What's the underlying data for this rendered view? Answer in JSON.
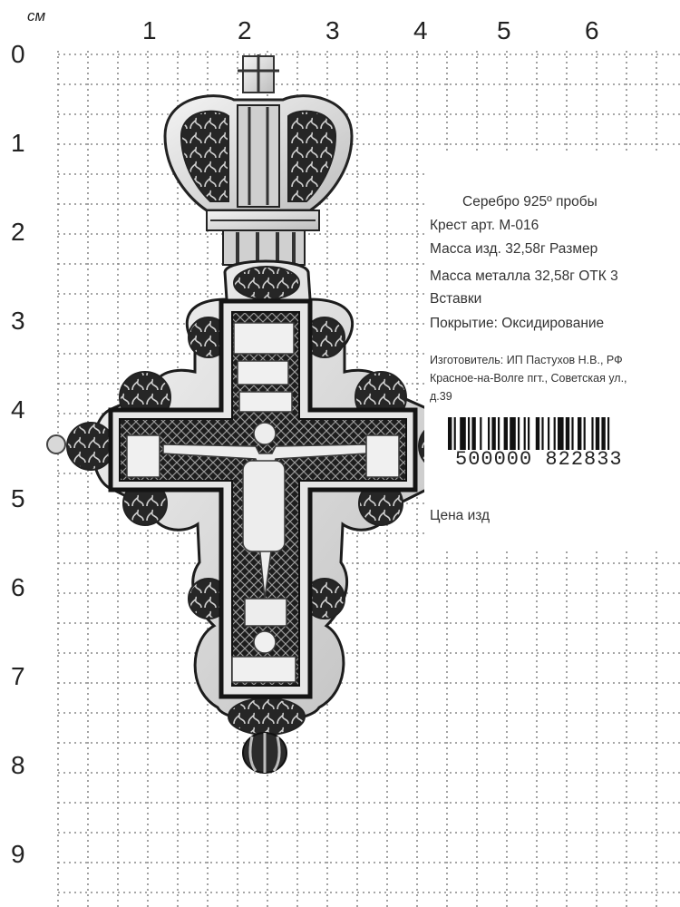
{
  "ruler": {
    "unit": "см",
    "x_labels": [
      "1",
      "2",
      "3",
      "4",
      "5",
      "6"
    ],
    "y_labels": [
      "0",
      "1",
      "2",
      "3",
      "4",
      "5",
      "6",
      "7",
      "8",
      "9"
    ]
  },
  "label": {
    "material": "Серебро 925º пробы",
    "article": "Крест арт. М-016",
    "mass_line": "Масса изд. 32,58г   Размер",
    "metal_mass_line": "Масса металла  32,58г     ОТК 3",
    "inserts": "Вставки",
    "coating": "Покрытие: Оксидирование",
    "manufacturer_1": "Изготовитель: ИП Пастухов Н.В., РФ",
    "manufacturer_2": "Красное-на-Волге пгт., Советская ул.,",
    "manufacturer_3": "д.39",
    "barcode_number": "500000  822833",
    "price": "Цена изд"
  },
  "colors": {
    "grid": "#8a8a8a",
    "metal_light": "#e9e9e9",
    "metal_dark": "#2a2a2a"
  }
}
